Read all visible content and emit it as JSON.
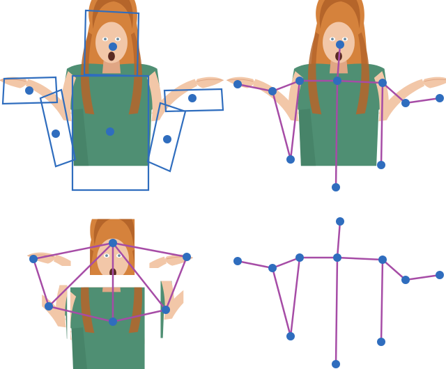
{
  "colors": {
    "joint": "#2f6dbe",
    "limb": "#a64ca6",
    "box": "#2f6dbe",
    "skin": "#f2c7a8",
    "skin_shadow": "#e0a684",
    "hair": "#d5823c",
    "hair_dark": "#b5652a",
    "shirt": "#4f8f73",
    "shirt_dark": "#3f7a60",
    "eye": "#6a8aa0",
    "mouth": "#5a2a22"
  },
  "panels": {
    "top_left": {
      "content": "photo-with-part-bounding-boxes-and-centers"
    },
    "top_right": {
      "content": "photo-with-skeleton-overlay"
    },
    "bottom_left": {
      "content": "cropped-body-parts-with-star-graph"
    },
    "bottom_right": {
      "content": "skeleton-only"
    }
  },
  "icons": {
    "joint": "filled-circle",
    "limb": "line",
    "part_box": "rectangle-outline"
  }
}
